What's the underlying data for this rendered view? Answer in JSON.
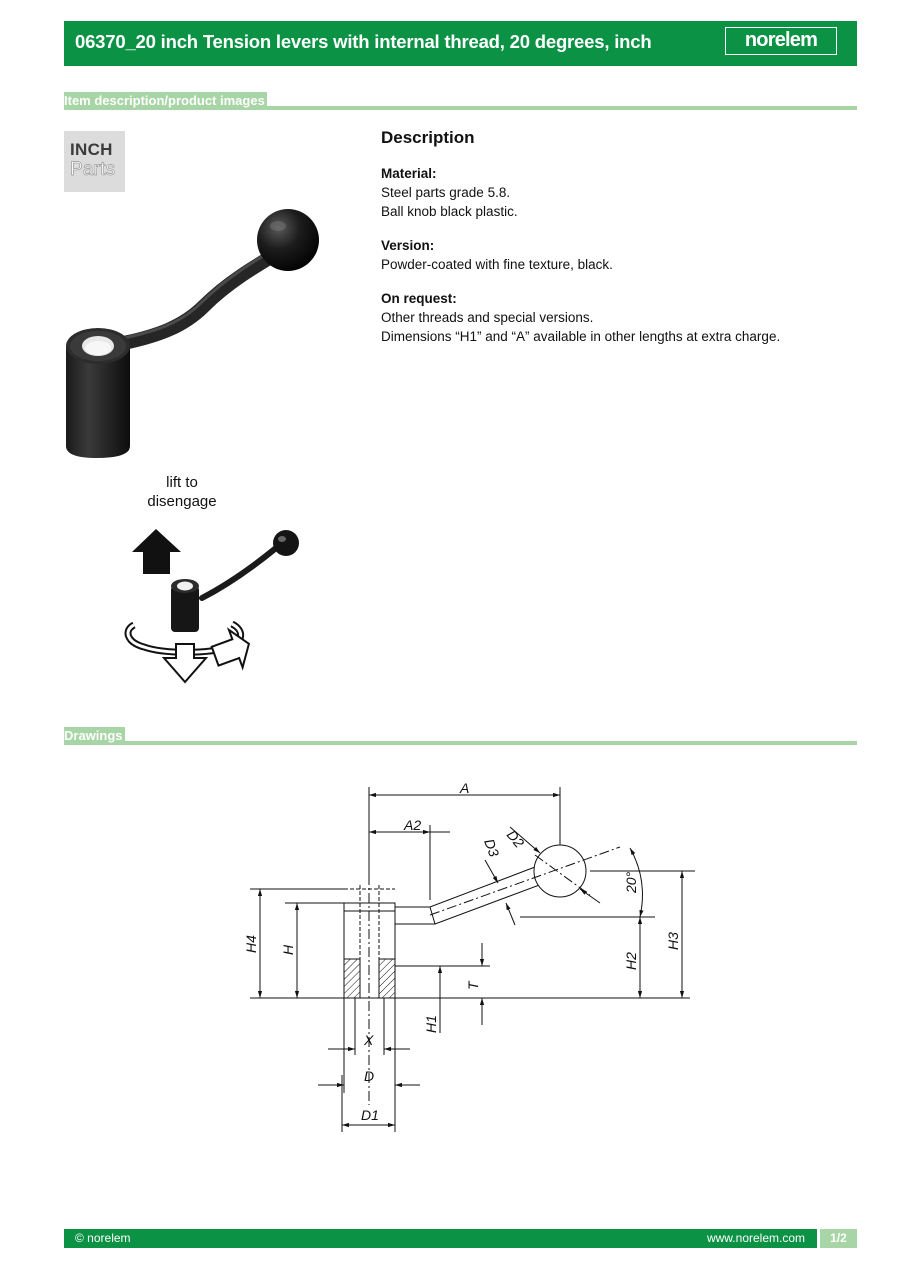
{
  "header": {
    "title": "06370_20 inch Tension levers with internal thread, 20 degrees, inch",
    "logo": "norelem"
  },
  "sections": {
    "images": "Item description/product images",
    "drawings": "Drawings"
  },
  "badge": {
    "line1": "INCH",
    "line2": "Parts"
  },
  "usage": {
    "caption_line1": "lift to",
    "caption_line2": "disengage"
  },
  "description": {
    "heading": "Description",
    "material_label": "Material:",
    "material_lines": [
      "Steel parts grade 5.8.",
      "Ball knob black plastic."
    ],
    "version_label": "Version:",
    "version_lines": [
      "Powder-coated with fine texture, black."
    ],
    "request_label": "On request:",
    "request_lines": [
      "Other threads and special versions.",
      "Dimensions “H1” and “A” available in other lengths at extra charge."
    ]
  },
  "drawing_labels": {
    "A": "A",
    "A2": "A2",
    "D2": "D2",
    "D3": "D3",
    "angle": "20°",
    "H4": "H4",
    "H": "H",
    "H2": "H2",
    "H3": "H3",
    "T": "T",
    "H1": "H1",
    "X": "X",
    "D": "D",
    "D1": "D1"
  },
  "footer": {
    "copyright": "© norelem",
    "url": "www.norelem.com",
    "page": "1/2"
  },
  "colors": {
    "brand_green": "#0c9245",
    "light_green": "#a8d5a5"
  }
}
